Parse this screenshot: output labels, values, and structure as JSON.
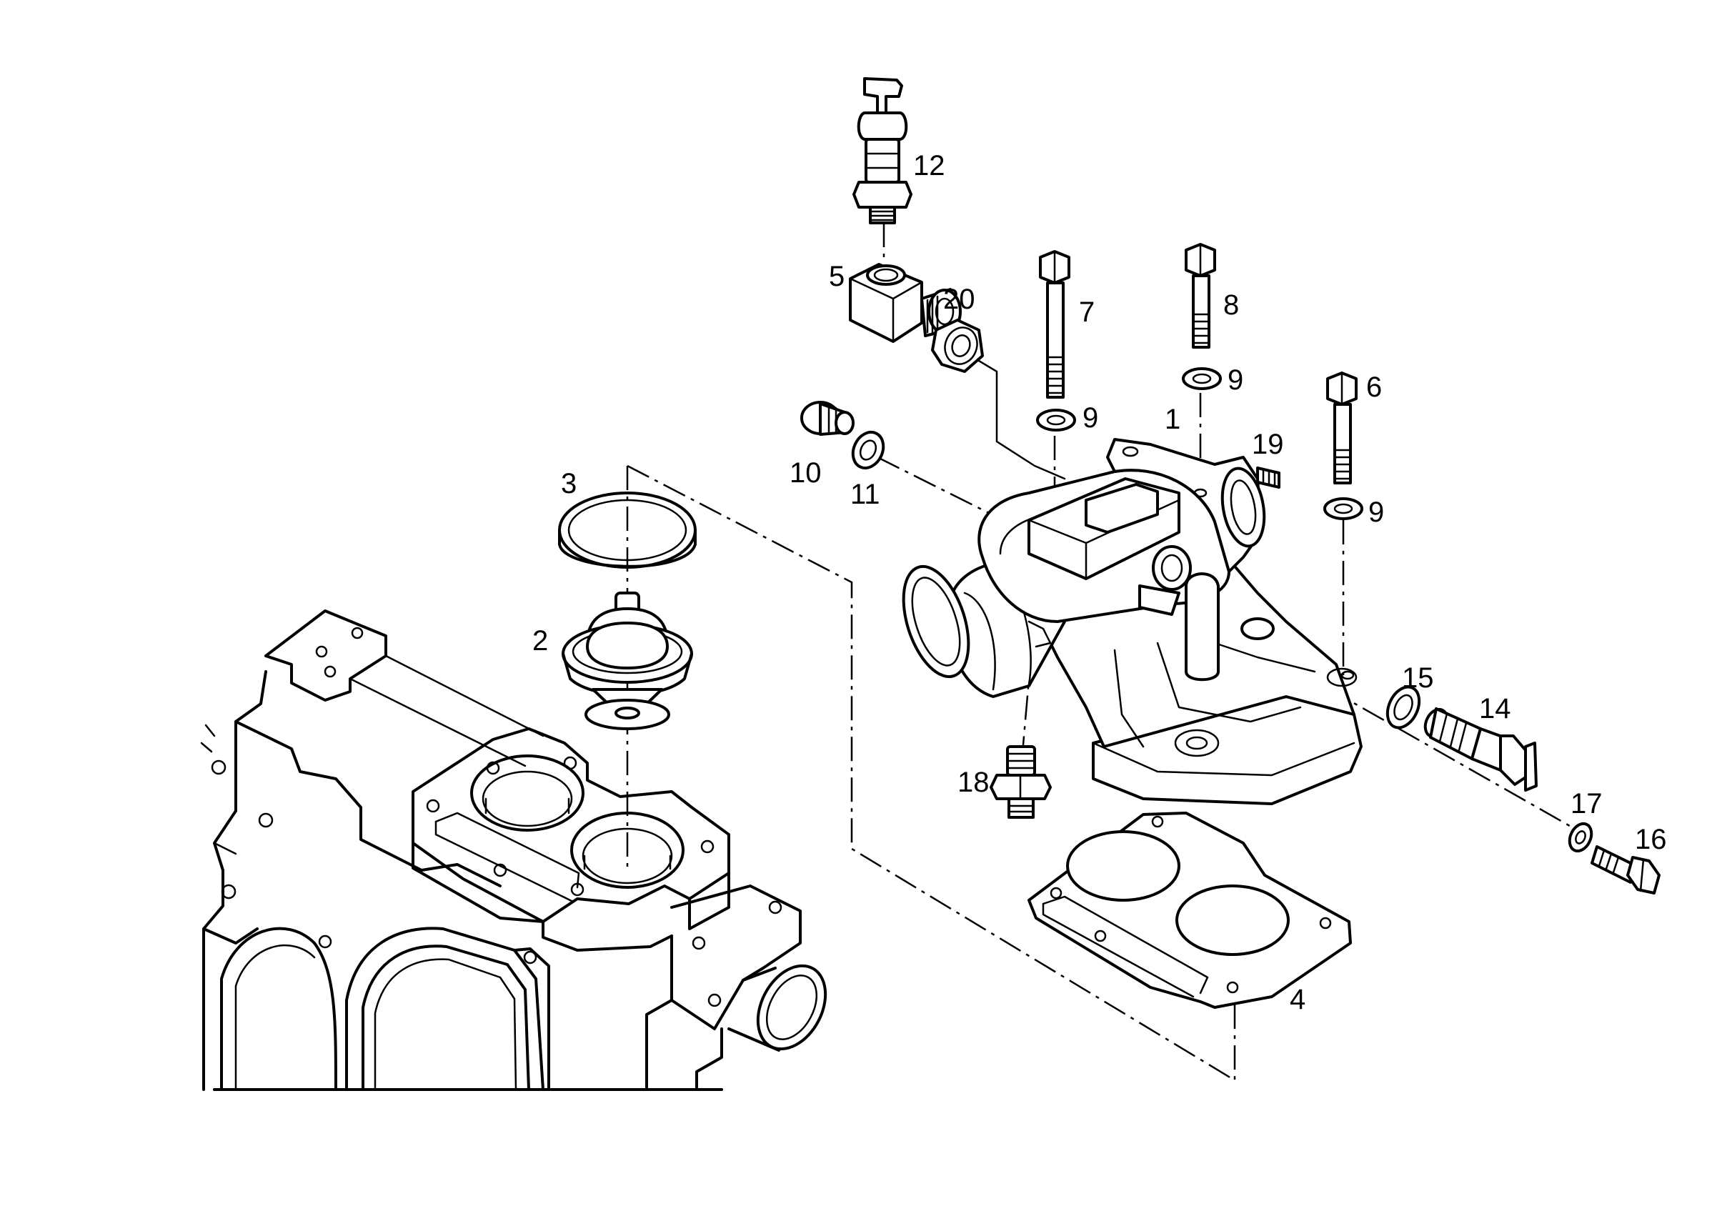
{
  "diagram": {
    "callouts": [
      {
        "id": "c1",
        "label": "1"
      },
      {
        "id": "c2",
        "label": "2"
      },
      {
        "id": "c3",
        "label": "3"
      },
      {
        "id": "c4",
        "label": "4"
      },
      {
        "id": "c5",
        "label": "5"
      },
      {
        "id": "c6",
        "label": "6"
      },
      {
        "id": "c7",
        "label": "7"
      },
      {
        "id": "c8",
        "label": "8"
      },
      {
        "id": "c9a",
        "label": "9"
      },
      {
        "id": "c9b",
        "label": "9"
      },
      {
        "id": "c9c",
        "label": "9"
      },
      {
        "id": "c10",
        "label": "10"
      },
      {
        "id": "c11",
        "label": "11"
      },
      {
        "id": "c12",
        "label": "12"
      },
      {
        "id": "c14",
        "label": "14"
      },
      {
        "id": "c15",
        "label": "15"
      },
      {
        "id": "c16",
        "label": "16"
      },
      {
        "id": "c17",
        "label": "17"
      },
      {
        "id": "c18",
        "label": "18"
      },
      {
        "id": "c19",
        "label": "19"
      },
      {
        "id": "c20",
        "label": "20"
      }
    ]
  }
}
